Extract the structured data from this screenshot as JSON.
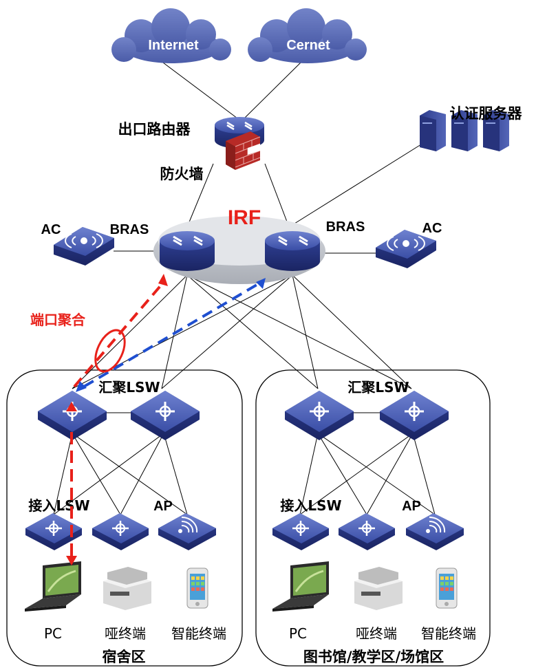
{
  "clouds": {
    "internet": "Internet",
    "cernet": "Cernet"
  },
  "core": {
    "router_label": "出口路由器",
    "firewall_label": "防火墙",
    "auth_server_label": "认证服务器",
    "irf_label": "IRF",
    "bras_left": "BRAS",
    "bras_right": "BRAS",
    "ac_left": "AC",
    "ac_right": "AC"
  },
  "aggregation_label": "端口聚合",
  "zones": [
    {
      "name": "宿舍区",
      "agg_switch_label": "汇聚LSW",
      "access_switch_label": "接入LSW",
      "ap_label": "AP",
      "terminals": [
        "PC",
        "哑终端",
        "智能终端"
      ]
    },
    {
      "name": "图书馆/教学区/场馆区",
      "agg_switch_label": "汇聚LSW",
      "access_switch_label": "接入LSW",
      "ap_label": "AP",
      "terminals": [
        "PC",
        "哑终端",
        "智能终端"
      ]
    }
  ],
  "colors": {
    "device_blue": "#3b4fa8",
    "device_dark": "#1e2a6e",
    "cloud_blue": "#5a6cb8",
    "firewall_red": "#c0302c",
    "red_dash": "#e8211a",
    "blue_dash": "#1f4fd0",
    "irf_red": "#e8211a"
  }
}
